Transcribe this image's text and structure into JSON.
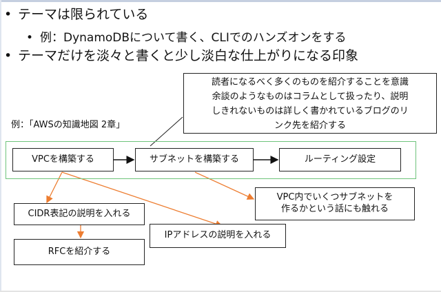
{
  "bullets": [
    {
      "marker": "•",
      "text": "テーマは限られている"
    },
    {
      "marker": "•",
      "text": "例：DynamoDBについて書く、CLIでのハンズオンをする"
    },
    {
      "marker": "•",
      "text": "テーマだけを淡々と書くと少し淡白な仕上がりになる印象"
    }
  ],
  "note": {
    "text": "読者になるべく多くのものを紹介することを意識\n余談のようなものはコラムとして扱ったり、説明\nしきれないものは詳しく書かれているブログのリ\nンク先を紹介する"
  },
  "example_label": "例：「AWSの知識地図 2章」",
  "steps": [
    {
      "text": "VPCを構築する"
    },
    {
      "text": "サブネットを構築する"
    },
    {
      "text": "ルーティング設定"
    }
  ],
  "details": [
    {
      "text": "CIDR表記の説明を入れる"
    },
    {
      "text": "RFCを紹介する"
    },
    {
      "text": "IPアドレスの説明を入れる"
    },
    {
      "text": "VPC内でいくつサブネットを\n作るかという話にも触れる"
    }
  ],
  "colors": {
    "accent_arrow": "#ed7d31",
    "group_frame": "#6dc37a",
    "box_border": "#222222"
  }
}
